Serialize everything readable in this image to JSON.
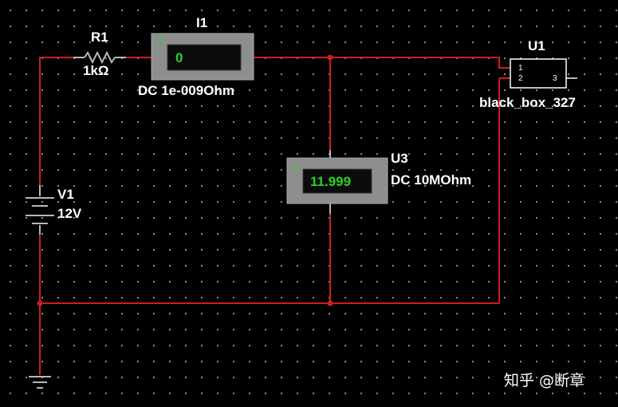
{
  "resistor": {
    "name": "R1",
    "value": "1kΩ"
  },
  "source": {
    "name": "V1",
    "value": "12V"
  },
  "ammeter": {
    "name": "I1",
    "reading": "0",
    "spec": "DC  1e-009Ohm",
    "terminal_plus": "+",
    "terminal_minus": "-"
  },
  "voltmeter": {
    "name": "U3",
    "reading": "11.999",
    "spec": "DC  10MOhm",
    "terminal_plus": "+",
    "terminal_minus": "-"
  },
  "black_box": {
    "name": "U1",
    "part": "black_box_327",
    "pins": [
      "1",
      "2",
      "3"
    ]
  },
  "watermark": "知乎 @断章",
  "colors": {
    "background": "#000000",
    "grid_dot": "#9a9a9a",
    "wire": "#cc1e1e",
    "meter_body": "#8e8e8e",
    "meter_reading": "#2bd12b",
    "label": "#ffffff"
  }
}
